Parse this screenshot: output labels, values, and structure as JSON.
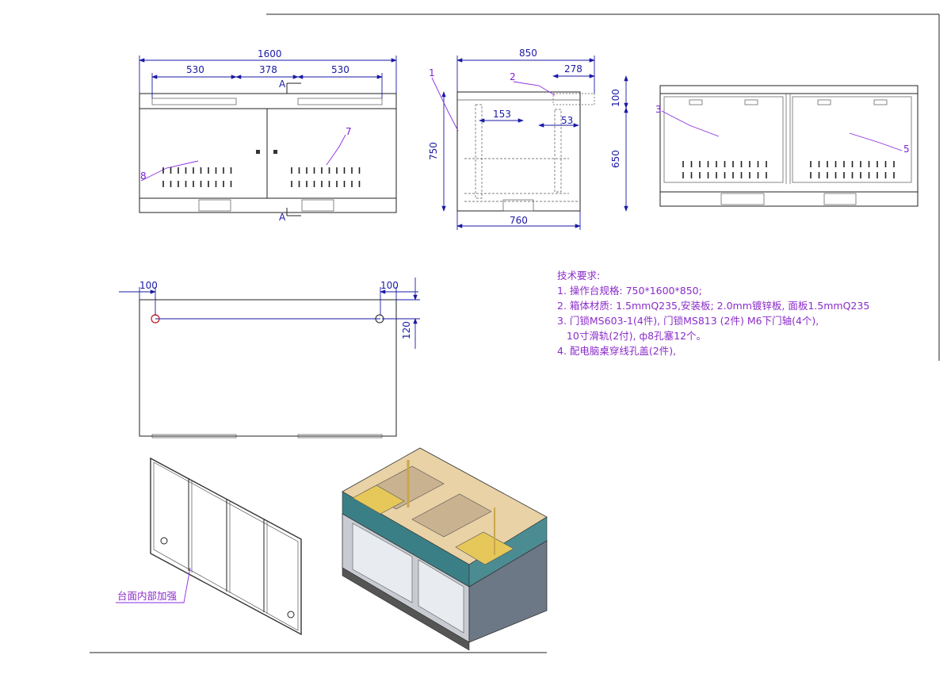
{
  "front_view": {
    "dims": {
      "overall": "1600",
      "left": "530",
      "middle": "378",
      "right": "530"
    },
    "section_label": "A",
    "balloons": {
      "left": "8",
      "right": "7"
    }
  },
  "side_view": {
    "dims": {
      "top_width": "850",
      "sub_width": "278",
      "height_left": "750",
      "height_right": "650",
      "top_thk": "100",
      "dim_153": "153",
      "dim_53": "53",
      "bottom_width": "760"
    },
    "balloons": {
      "b1": "1",
      "b2": "2"
    }
  },
  "rear_view": {
    "balloons": {
      "b3": "3",
      "b5": "5"
    }
  },
  "top_plate": {
    "dims": {
      "left_offset": "100",
      "right_offset": "100",
      "hole_offset": "120"
    }
  },
  "plate_view": {
    "label": "台面内部加强"
  },
  "notes": {
    "title": "技术要求:",
    "lines": [
      "1. 操作台规格: 750*1600*850;",
      "2. 箱体材质: 1.5mmQ235,安装板; 2.0mm镀锌板, 面板1.5mmQ235",
      "3. 门锁MS603-1(4件), 门锁MS813 (2件) M6下门轴(4个),",
      "   10寸滑轨(2付), ф8孔塞12个。",
      "4. 配电脑桌穿线孔盖(2件),"
    ]
  },
  "colors": {
    "dimension": "#1a1aa6",
    "annotation": "#8a2be2",
    "outline": "#222222"
  }
}
